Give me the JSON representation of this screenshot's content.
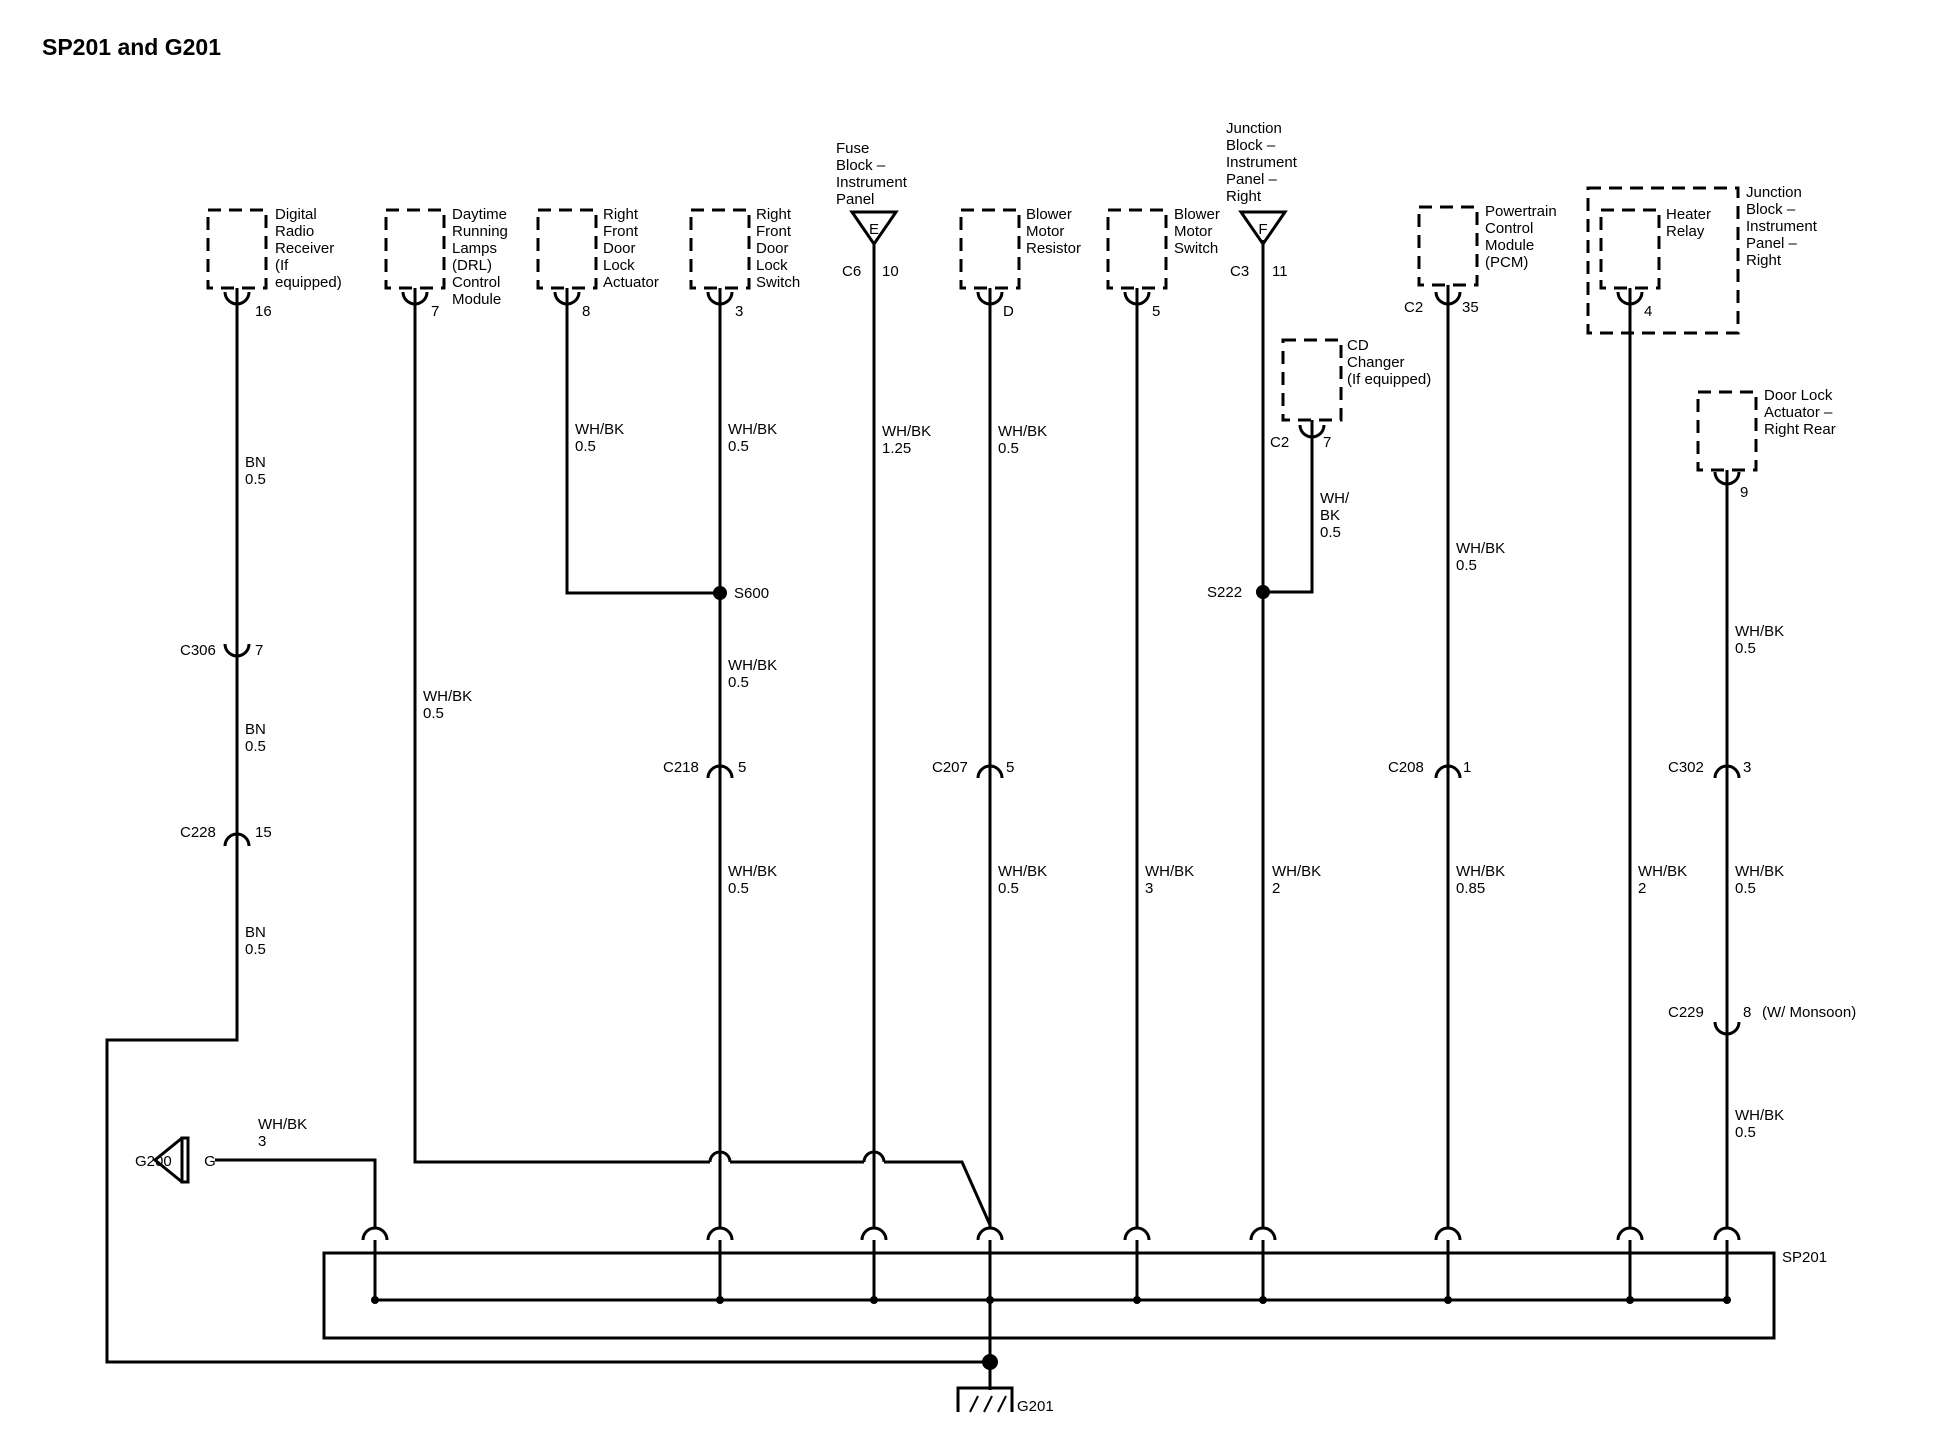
{
  "title": "SP201 and G201",
  "components": {
    "digital_radio": [
      "Digital",
      "Radio",
      "Receiver",
      "(If",
      "equipped)"
    ],
    "drl_module": [
      "Daytime",
      "Running",
      "Lamps",
      "(DRL)",
      "Control",
      "Module"
    ],
    "rf_door_lock_actuator": [
      "Right",
      "Front",
      "Door",
      "Lock",
      "Actuator"
    ],
    "rf_door_lock_switch": [
      "Right",
      "Front",
      "Door",
      "Lock",
      "Switch"
    ],
    "fuse_block_ip": [
      "Fuse",
      "Block –",
      "Instrument",
      "Panel"
    ],
    "blower_motor_resistor": [
      "Blower",
      "Motor",
      "Resistor"
    ],
    "blower_motor_switch": [
      "Blower",
      "Motor",
      "Switch"
    ],
    "junction_block_ip_right_top": [
      "Junction",
      "Block –",
      "Instrument",
      "Panel –",
      "Right"
    ],
    "cd_changer": [
      "CD",
      "Changer",
      "(If equipped)"
    ],
    "pcm": [
      "Powertrain",
      "Control",
      "Module",
      "(PCM)"
    ],
    "heater_relay": [
      "Heater",
      "Relay"
    ],
    "junction_block_ip_right": [
      "Junction",
      "Block –",
      "Instrument",
      "Panel –",
      "Right"
    ],
    "door_lock_actuator_rr": [
      "Door Lock",
      "Actuator –",
      "Right Rear"
    ]
  },
  "pins": {
    "radio": "16",
    "drl": "7",
    "rf_actuator": "8",
    "rf_switch": "3",
    "fuse_block": "10",
    "blower_resistor": "D",
    "blower_switch": "5",
    "junction_top": "11",
    "cd_changer": "7",
    "pcm": "35",
    "heater_relay": "4",
    "door_lock_rr": "9"
  },
  "connectors": {
    "fuse_block": "C6",
    "junction_top": "C3",
    "cd_changer": "C2",
    "pcm": "C2",
    "c306": "C306",
    "c306_pin": "7",
    "c228": "C228",
    "c228_pin": "15",
    "c218": "C218",
    "c218_pin": "5",
    "c207": "C207",
    "c207_pin": "5",
    "c208": "C208",
    "c208_pin": "1",
    "c302": "C302",
    "c302_pin": "3",
    "c229": "C229",
    "c229_pin": "8",
    "c229_note": "(W/ Monsoon)"
  },
  "terminals": {
    "fuse_block": "E",
    "junction": "F",
    "g200": "G"
  },
  "splices": {
    "s600": "S600",
    "s222": "S222",
    "sp201": "SP201"
  },
  "grounds": {
    "g200": "G200",
    "g201": "G201"
  },
  "wires": {
    "radio_upper": [
      "BN",
      "0.5"
    ],
    "radio_middle": [
      "BN",
      "0.5"
    ],
    "radio_lower": [
      "BN",
      "0.5"
    ],
    "drl": [
      "WH/BK",
      "0.5"
    ],
    "rf_actuator": [
      "WH/BK",
      "0.5"
    ],
    "rf_switch_upper": [
      "WH/BK",
      "0.5"
    ],
    "rf_switch_middle": [
      "WH/BK",
      "0.5"
    ],
    "rf_switch_lower": [
      "WH/BK",
      "0.5"
    ],
    "fuse_block": [
      "WH/BK",
      "1.25"
    ],
    "blower_resistor_upper": [
      "WH/BK",
      "0.5"
    ],
    "blower_resistor_lower": [
      "WH/BK",
      "0.5"
    ],
    "blower_switch": [
      "WH/BK",
      "3"
    ],
    "cd_changer": [
      "WH/",
      "BK",
      "0.5"
    ],
    "junction": [
      "WH/BK",
      "2"
    ],
    "pcm_upper": [
      "WH/BK",
      "0.5"
    ],
    "pcm_lower": [
      "WH/BK",
      "0.85"
    ],
    "heater_relay": [
      "WH/BK",
      "2"
    ],
    "door_lock_upper": [
      "WH/BK",
      "0.5"
    ],
    "door_lock_middle": [
      "WH/BK",
      "0.5"
    ],
    "door_lock_lower": [
      "WH/BK",
      "0.5"
    ],
    "g200": [
      "WH/BK",
      "3"
    ]
  }
}
